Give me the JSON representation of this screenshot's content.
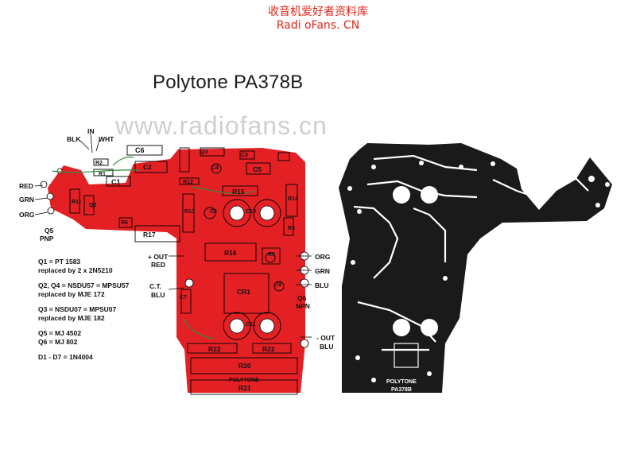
{
  "header": {
    "line1": "收音机爱好者资料库",
    "line2": "Radi oFans. CN"
  },
  "title": "Polytone PA378B",
  "watermark": "www.radiofans.cn",
  "wire_labels": {
    "blk": "BLK",
    "in": "IN",
    "wht": "WHT",
    "red": "RED",
    "grn": "GRN",
    "org": "ORG",
    "q5": "Q5",
    "pnp": "PNP",
    "out_pos": "+ OUT",
    "out_pos_color": "RED",
    "ct": "C.T.",
    "ct_color": "BLU",
    "org_r": "ORG",
    "grn_r": "GRN",
    "blu_r": "BLU",
    "q6": "Q6",
    "npn": "NPN",
    "out_neg": "- OUT",
    "out_neg_color": "BLU"
  },
  "notes": [
    "Q1 = PT 1583",
    "replaced by 2 x 2N5210",
    "Q2, Q4 = NSDU57 = MPSU57",
    "replaced by MJE 172",
    "Q3 = NSDU07 = MPSU07",
    "replaced by MJE 182",
    "Q5 = MJ 4502",
    "Q6 = MJ 802",
    "D1 - D7 = 1N4004"
  ],
  "components": {
    "c6": "C6",
    "c1": "C1",
    "c2": "C2",
    "c3": "C3",
    "c4": "C4",
    "c5": "C5",
    "c7": "C7",
    "c8": "C8",
    "c9": "C9",
    "c10": "C10",
    "c11": "C11",
    "r1": "R1",
    "r2": "R2",
    "r3": "R3",
    "r5": "R5",
    "r6": "R6",
    "r11": "R11",
    "r12": "R12",
    "r13": "R13",
    "r14": "R14",
    "r15": "R15",
    "r16": "R16",
    "r17": "R17",
    "r20": "R20",
    "r21": "R21",
    "r22": "R22",
    "cr1": "CR1",
    "q2": "Q2",
    "q3": "Q3"
  },
  "board_label": {
    "line1": "POLYTONE",
    "line2": "PA378B"
  },
  "colors": {
    "header": "#e0261a",
    "copper_top": "#e32125",
    "copper_bottom": "#1a1a1a",
    "silkscreen": "#000000"
  }
}
